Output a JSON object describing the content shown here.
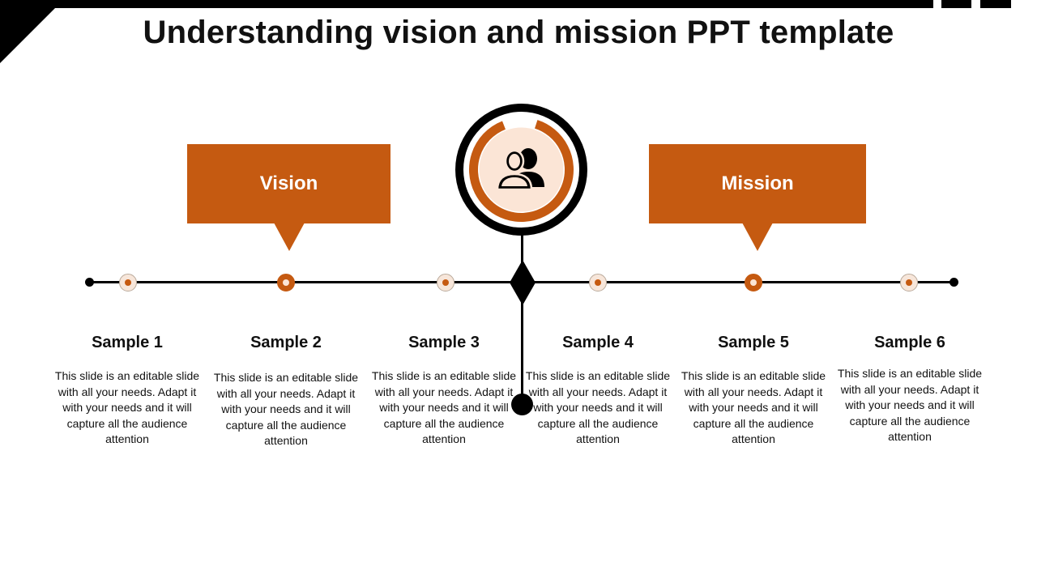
{
  "slide": {
    "title": "Understanding vision and mission PPT template",
    "accent_color": "#c55a11",
    "accent_light": "#fbe5d6",
    "center_icon": "users-icon"
  },
  "callouts": {
    "vision": "Vision",
    "mission": "Mission"
  },
  "samples": [
    {
      "title": "Sample 1",
      "text": "This slide is an editable slide with all your needs. Adapt it with your needs and it will capture all the audience attention"
    },
    {
      "title": "Sample 2",
      "text": "This slide is an editable slide with all your needs. Adapt it with your needs and it will capture all the audience attention"
    },
    {
      "title": "Sample 3",
      "text": "This slide is an editable slide with all your needs. Adapt it with your needs and it will capture all the audience attention"
    },
    {
      "title": "Sample 4",
      "text": "This slide is an editable slide with all your needs. Adapt it with your needs and it will capture all the audience attention"
    },
    {
      "title": "Sample 5",
      "text": "This slide is an editable slide with all your needs. Adapt it with your needs and it will capture all the audience attention"
    },
    {
      "title": "Sample 6",
      "text": "This slide is an editable slide with all your needs. Adapt it with your needs and it will capture all the audience attention"
    }
  ]
}
